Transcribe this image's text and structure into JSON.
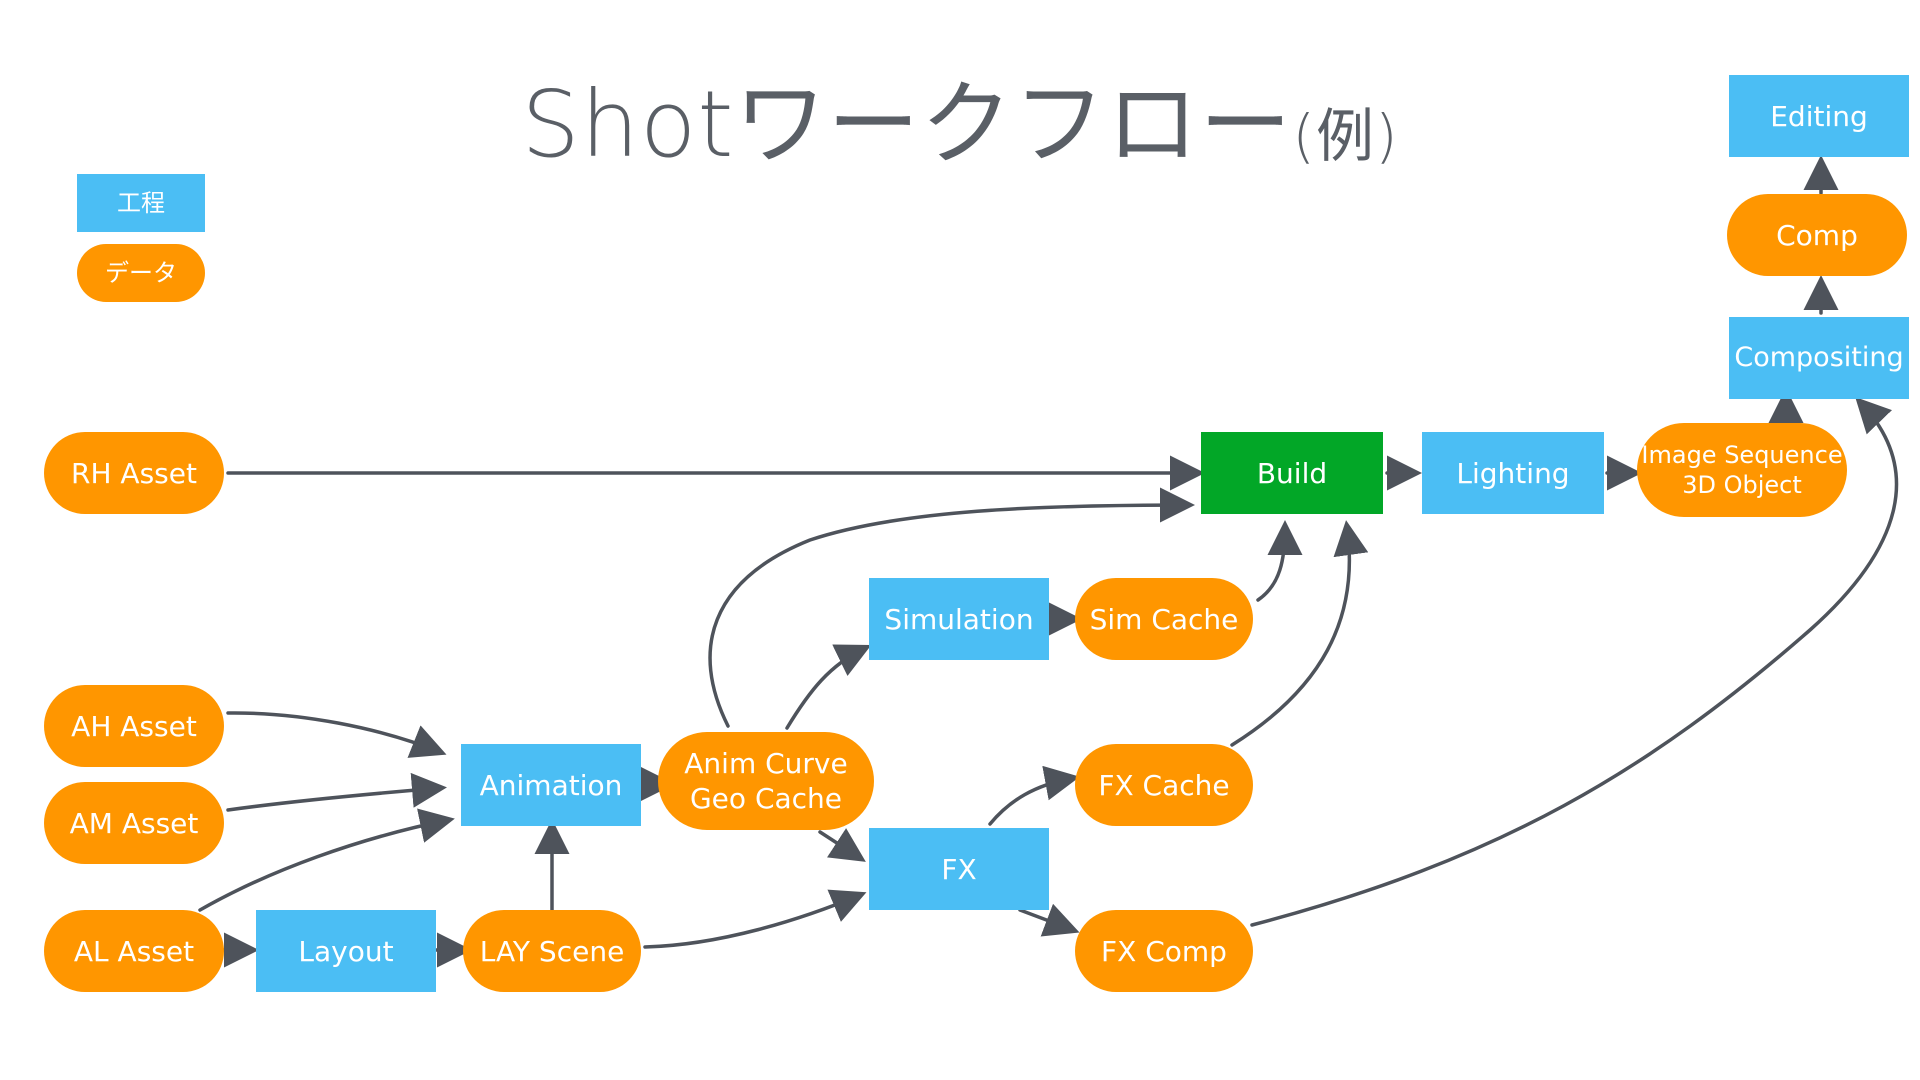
{
  "title": {
    "main": "Shotワークフロー",
    "suffix": "(例)"
  },
  "legend": {
    "process": "工程",
    "data": "データ"
  },
  "nodes": {
    "rh_asset": "RH Asset",
    "ah_asset": "AH Asset",
    "am_asset": "AM Asset",
    "al_asset": "AL Asset",
    "layout": "Layout",
    "lay_scene": "LAY Scene",
    "animation": "Animation",
    "anim_curve_line1": "Anim Curve",
    "anim_curve_line2": "Geo Cache",
    "simulation": "Simulation",
    "sim_cache": "Sim Cache",
    "fx": "FX",
    "fx_cache": "FX Cache",
    "fx_comp": "FX Comp",
    "build": "Build",
    "lighting": "Lighting",
    "image_seq_line1": "Image Sequence",
    "image_seq_line2": "3D Object",
    "compositing": "Compositing",
    "comp": "Comp",
    "editing": "Editing"
  },
  "colors": {
    "process": "#4bbef4",
    "data": "#ff9600",
    "build": "#02a727",
    "arrow": "#4e535b",
    "title": "#5a5f66"
  }
}
